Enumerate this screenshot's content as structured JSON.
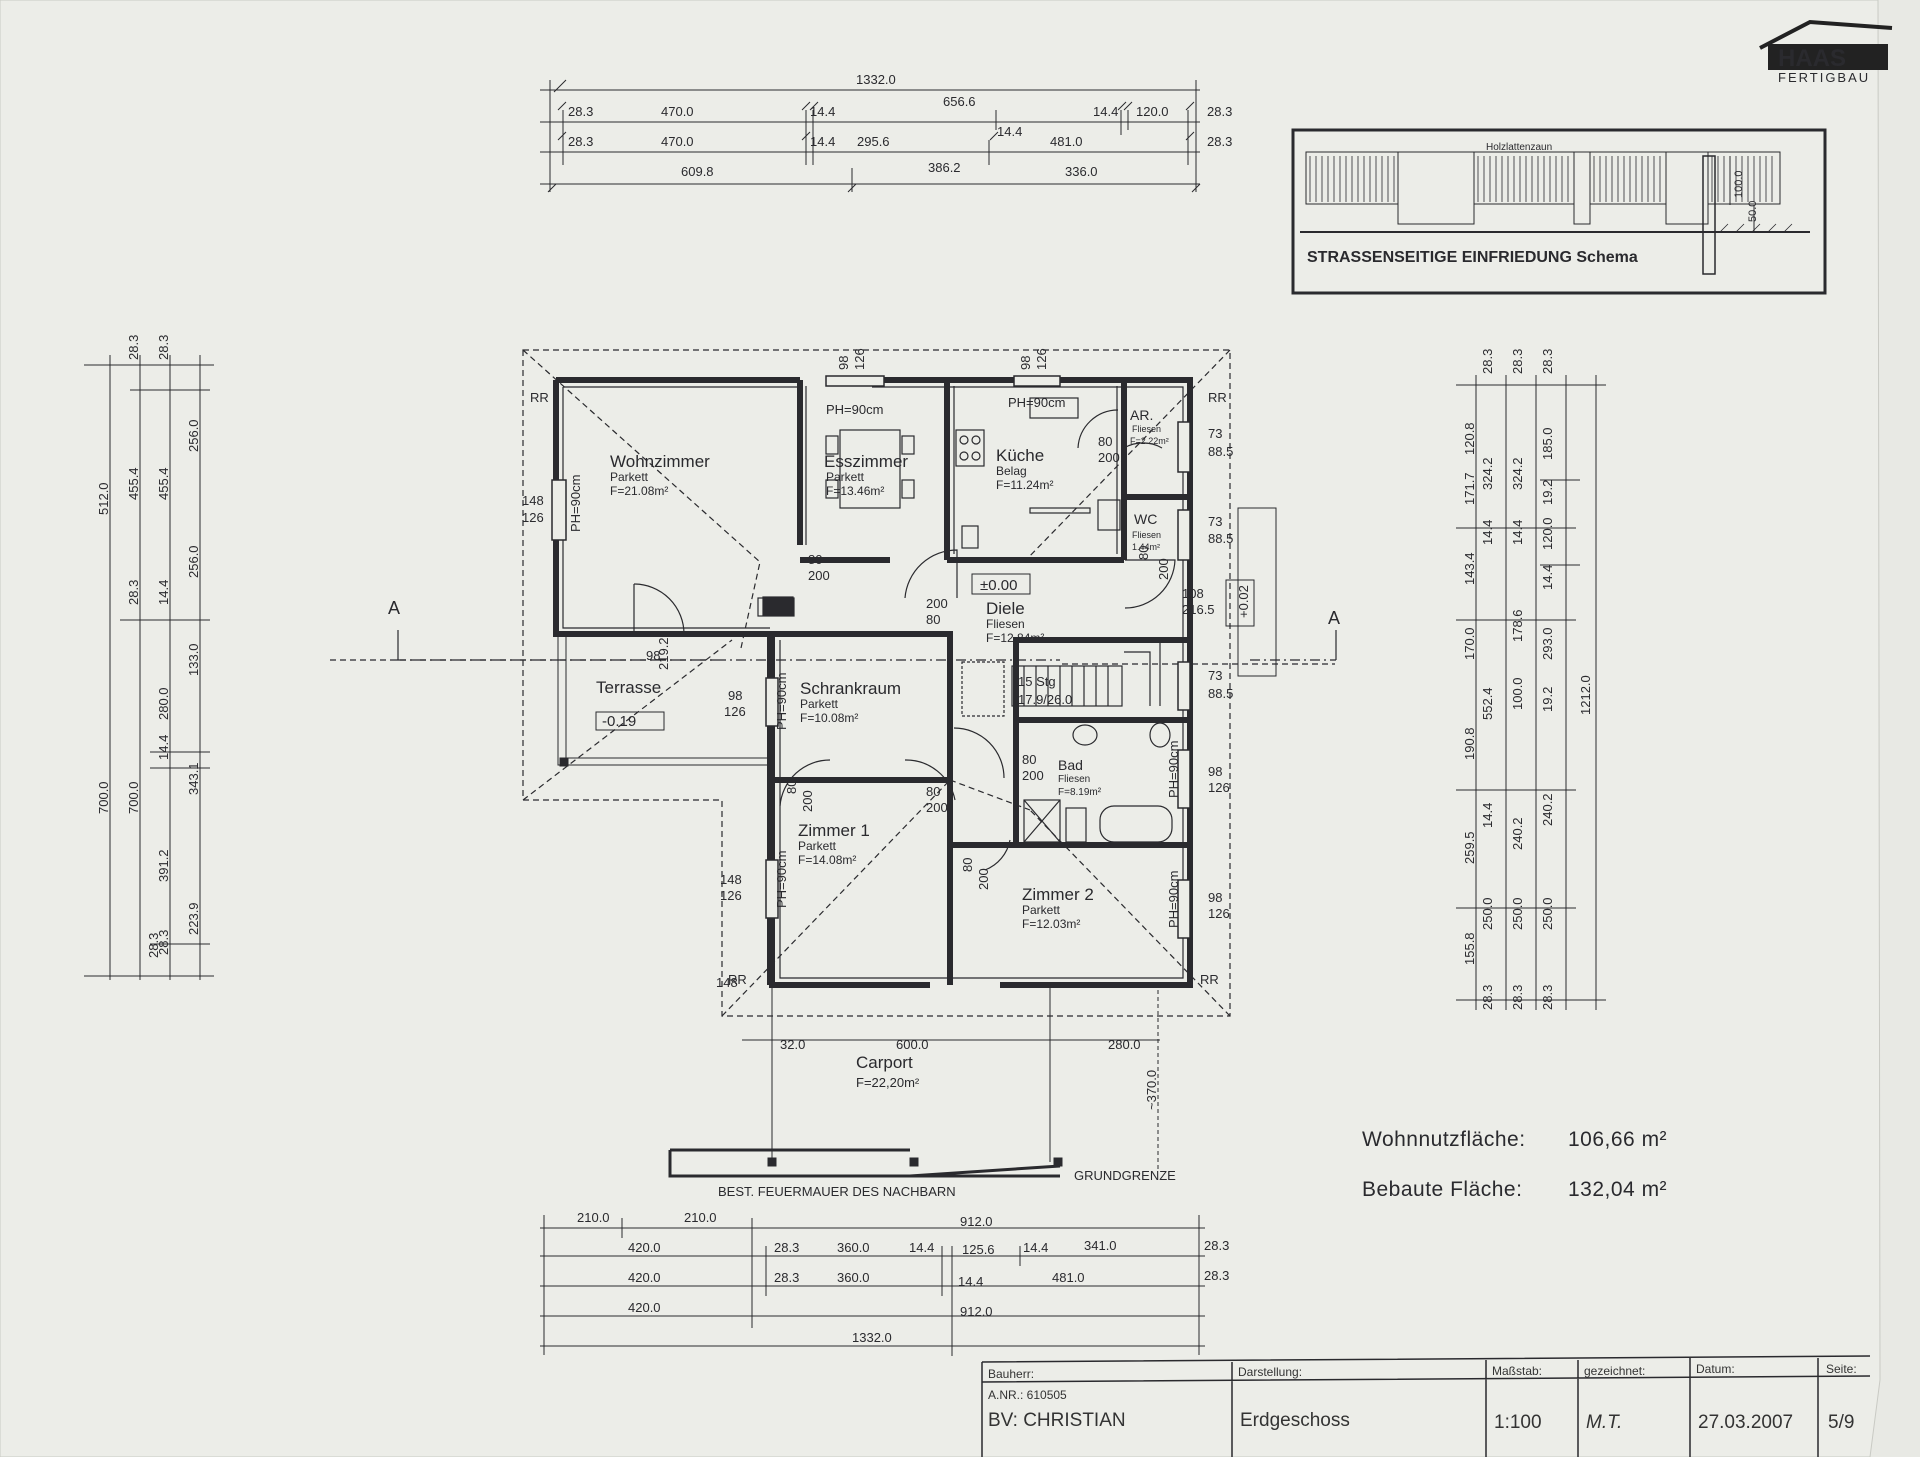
{
  "logo": {
    "text": "HAAS",
    "sub": "FERTIGBAU"
  },
  "fence": {
    "title": "STRASSENSEITIGE EINFRIEDUNG Schema",
    "label": "Holzlattenzaun",
    "h1": "100.0",
    "h2": "50.0"
  },
  "dims_top": {
    "total": "1332.0",
    "r1": [
      "28.3",
      "470.0",
      "14.4",
      "656.6",
      "14.4",
      "120.0",
      "28.3"
    ],
    "r2": [
      "28.3",
      "470.0",
      "14.4",
      "295.6",
      "14.4",
      "481.0",
      "28.3"
    ],
    "r3": [
      "609.8",
      "386.2",
      "336.0"
    ]
  },
  "dims_left": {
    "c1": [
      "512.0",
      "700.0"
    ],
    "c2": [
      "28.3",
      "455.4",
      "28.3",
      "700.0",
      "28.3"
    ],
    "c3": [
      "28.3",
      "455.4",
      "14.4",
      "280.0",
      "14.4",
      "391.2",
      "28.3"
    ],
    "c4": [
      "256.0",
      "256.0",
      "133.0",
      "343.1",
      "223.9"
    ]
  },
  "dims_right": {
    "c1": [
      "120.8",
      "171.7",
      "143.4",
      "170.0",
      "190.8",
      "259.5",
      "155.8"
    ],
    "c2": [
      "28.3",
      "324.2",
      "14.4",
      "552.4",
      "14.4",
      "250.0",
      "28.3"
    ],
    "c3": [
      "28.3",
      "324.2",
      "14.4",
      "178.6",
      "100.0",
      "240.2",
      "250.0",
      "28.3"
    ],
    "c4": [
      "28.3",
      "185.0",
      "19.2",
      "120.0",
      "14.4",
      "293.0",
      "19.2",
      "240.2",
      "250.0",
      "28.3"
    ],
    "c5": [
      "1212.0"
    ]
  },
  "dims_bottom": {
    "r1": [
      "210.0",
      "210.0",
      "912.0"
    ],
    "r2": [
      "420.0",
      "28.3",
      "360.0",
      "14.4",
      "125.6",
      "14.4",
      "341.0",
      "28.3"
    ],
    "r3": [
      "420.0",
      "28.3",
      "360.0",
      "14.4",
      "481.0",
      "28.3"
    ],
    "r4": [
      "420.0",
      "912.0"
    ],
    "total": "1332.0"
  },
  "carport_dims": [
    "32.0",
    "600.0",
    "280.0",
    "~370.0"
  ],
  "rooms": {
    "wohn": {
      "name": "Wohnzimmer",
      "floor": "Parkett",
      "area": "F=21.08m²"
    },
    "ess": {
      "name": "Esszimmer",
      "floor": "Parkett",
      "area": "F=13.46m²"
    },
    "kueche": {
      "name": "Küche",
      "floor": "Belag",
      "area": "F=11.24m²"
    },
    "ar": {
      "name": "AR.",
      "floor": "Fliesen",
      "area": "F=2.22m²"
    },
    "wc": {
      "name": "WC",
      "floor": "Fliesen",
      "area": "1.44m²"
    },
    "diele": {
      "name": "Diele",
      "floor": "Fliesen",
      "area": "F=12.84m²"
    },
    "schrank": {
      "name": "Schrankraum",
      "floor": "Parkett",
      "area": "F=10.08m²"
    },
    "bad": {
      "name": "Bad",
      "floor": "Fliesen",
      "area": "F=8.19m²"
    },
    "zimmer1": {
      "name": "Zimmer 1",
      "floor": "Parkett",
      "area": "F=14.08m²"
    },
    "zimmer2": {
      "name": "Zimmer 2",
      "floor": "Parkett",
      "area": "F=12.03m²"
    },
    "terrasse": {
      "name": "Terrasse",
      "level": "-0.19"
    },
    "carport": {
      "name": "Carport",
      "area": "F=22,20m²"
    }
  },
  "annotations": {
    "level_diele": "±0.00",
    "level_entry": "+0.02",
    "stairs": "15 Stg",
    "stairs2": "17.9/26.0",
    "section": "A",
    "ph90": "PH=90cm",
    "rr": "RR",
    "neighbor": "BEST. FEUERMAUER DES NACHBARN",
    "boundary": "GRUNDGRENZE",
    "d98": "98",
    "d126": "126",
    "d148": "148",
    "d80": "80",
    "d200": "200",
    "d73": "73",
    "d88": "88.5",
    "d108": "108",
    "d216": "216.5",
    "d219": "219.2"
  },
  "summary": {
    "wohn_label": "Wohnnutzfläche:",
    "wohn_value": "106,66 m²",
    "bebaut_label": "Bebaute Fläche:",
    "bebaut_value": "132,04 m²"
  },
  "titleblock": {
    "bauherr_label": "Bauherr:",
    "anr": "A.NR.: 610505",
    "bv": "BV: CHRISTIAN",
    "darstellung_label": "Darstellung:",
    "darstellung": "Erdgeschoss",
    "massstab_label": "Maßstab:",
    "massstab": "1:100",
    "gezeichnet_label": "gezeichnet:",
    "gezeichnet": "M.T.",
    "datum_label": "Datum:",
    "datum": "27.03.2007",
    "seite_label": "Seite:",
    "seite": "5/9"
  }
}
